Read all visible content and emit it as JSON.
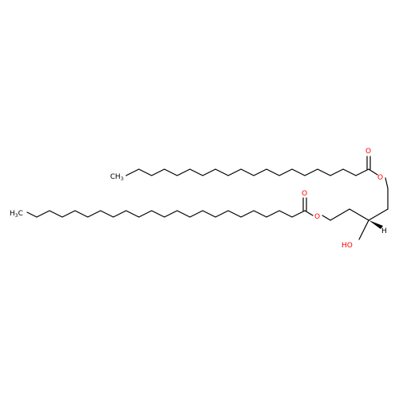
{
  "molecule": {
    "atoms": [
      {
        "id": "o-top-carbonyl",
        "label": "O",
        "color": "#ff0000"
      },
      {
        "id": "o-top-ester",
        "label": "O",
        "color": "#ff0000"
      },
      {
        "id": "o-bottom-carbonyl",
        "label": "O",
        "color": "#ff0000"
      },
      {
        "id": "o-bottom-ester",
        "label": "O",
        "color": "#ff0000"
      },
      {
        "id": "ho-hydroxyl",
        "label": "HO",
        "color": "#ff0000"
      },
      {
        "id": "h-stereo",
        "label": "H",
        "color": "#000000"
      },
      {
        "id": "ch3-top",
        "label": "CH",
        "sub": "3",
        "color": "#000000"
      },
      {
        "id": "h3c-bottom",
        "label": "H",
        "sub": "3",
        "tail": "C",
        "color": "#000000"
      }
    ],
    "colors": {
      "bond": "#000000",
      "heteroatom": "#ff0000"
    }
  }
}
